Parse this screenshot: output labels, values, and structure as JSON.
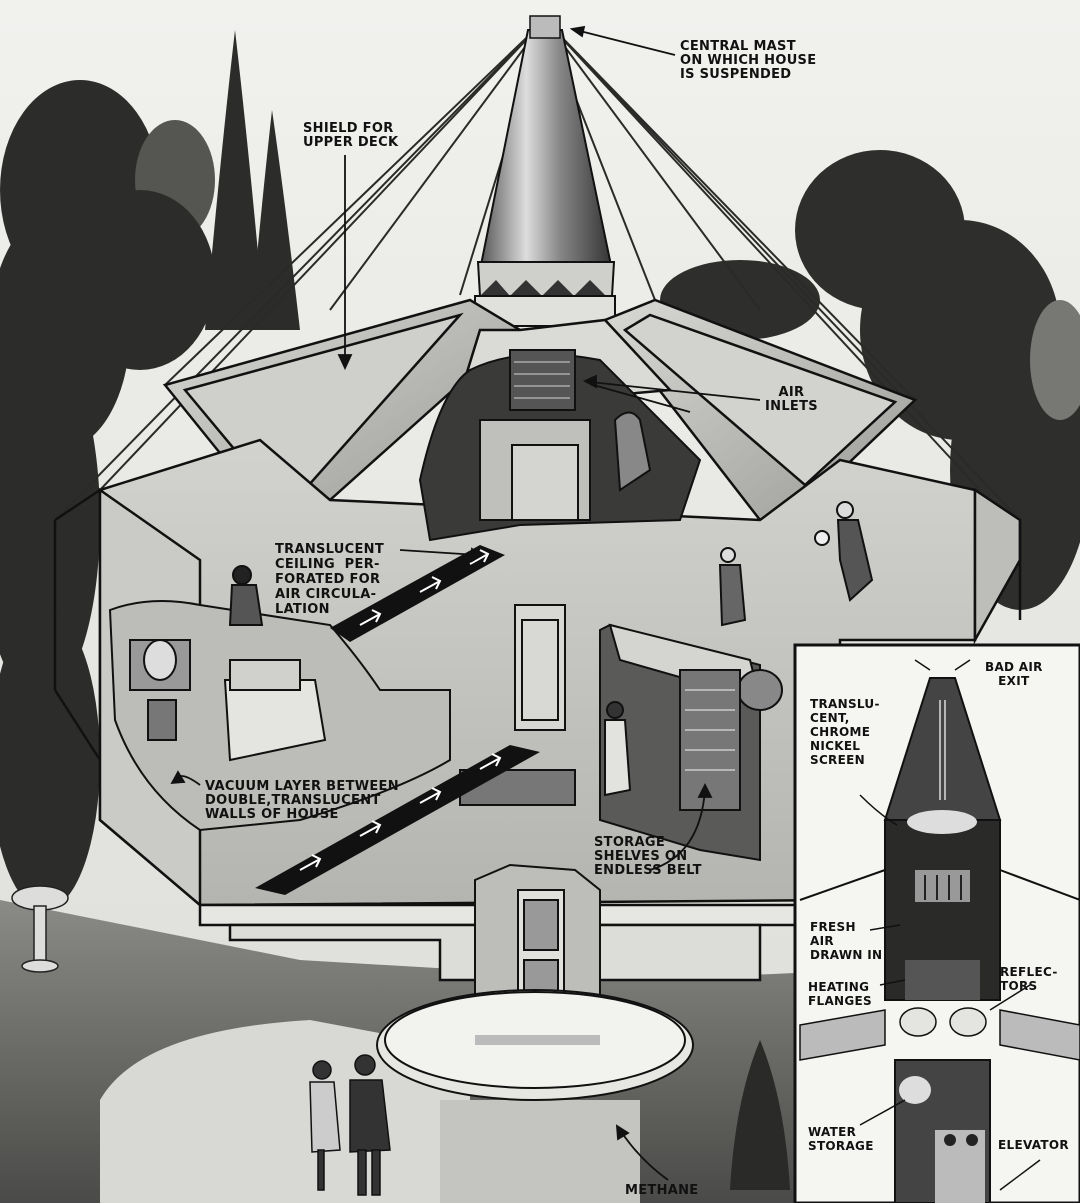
{
  "labels": {
    "central_mast": "CENTRAL MAST\nON WHICH HOUSE\nIS SUSPENDED",
    "shield_upper_deck": "SHIELD FOR\nUPPER DECK",
    "air_inlets": "AIR\nINLETS",
    "translucent_ceiling": "TRANSLUCENT\nCEILING  PER-\nFORATED FOR\nAIR CIRCULA-\nLATION",
    "vacuum_layer": "VACUUM LAYER BETWEEN\nDOUBLE,TRANSLUCENT\nWALLS OF HOUSE",
    "storage_shelves": "STORAGE\nSHELVES ON\nENDLESS BELT",
    "methane": "METHANE"
  },
  "inset": {
    "bad_air_exit": "BAD AIR\nEXIT",
    "screen": "TRANSLU-\nCENT,\nCHROME\nNICKEL\nSCREEN",
    "fresh_air": "FRESH\nAIR\nDRAWN IN",
    "heating_flanges": "HEATING\nFLANGES",
    "reflectors": "REFLEC-\nTORS",
    "water_storage": "WATER\nSTORAGE",
    "elevator": "ELEVATOR"
  }
}
